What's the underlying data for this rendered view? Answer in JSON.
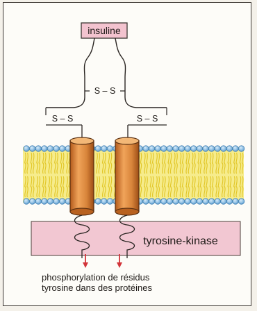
{
  "labels": {
    "insulin": "insuline",
    "bond_top": "S – S",
    "bond_left": "S – S",
    "bond_right": "S – S",
    "kinase": "tyrosine-kinase",
    "caption_line1": "phosphorylation de résidus",
    "caption_line2": "tyrosine dans des protéines"
  },
  "colors": {
    "insulin_box": "#f3c3cf",
    "kinase_box": "#f2c7d2",
    "helix": "#d8843a",
    "lipid_tail": "#f1e25a",
    "lipid_head": "#8dc3ea",
    "arrow": "#d2343a"
  }
}
